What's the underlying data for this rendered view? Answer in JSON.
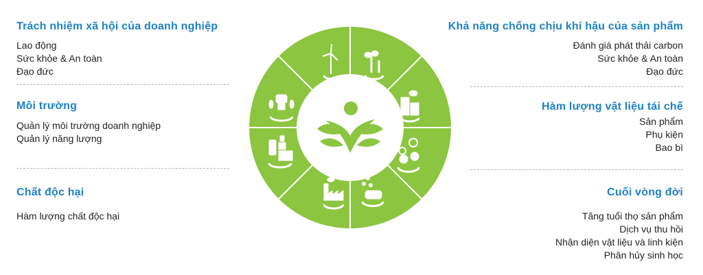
{
  "colors": {
    "heading": "#1f82c4",
    "body_text": "#222222",
    "wheel_green": "#8cc540",
    "divider": "#ffffff",
    "dash": "#b5b5b5"
  },
  "left": [
    {
      "title": "Trách nhiệm xã hội của doanh nghiệp",
      "items": [
        "Lao động",
        "Sức khỏe & An toàn",
        "Đạo đức"
      ]
    },
    {
      "title": "Môi trường",
      "items": [
        "Quản lý môi trường doanh nghiệp",
        "Quản lý năng lượng"
      ]
    },
    {
      "title": "Chất độc hại",
      "items": [
        "Hàm lượng chất độc hại"
      ]
    }
  ],
  "right": [
    {
      "title": "Khả năng chống chịu khí hậu của sản phẩm",
      "items": [
        "Đánh giá phát thải carbon",
        "Sức khỏe & An toàn",
        "Đạo đức"
      ]
    },
    {
      "title": "Hàm lượng vật liệu tái chế",
      "items": [
        "Sản phẩm",
        "Phụ kiện",
        "Bao bì"
      ]
    },
    {
      "title": "Cuối vòng đời",
      "items": [
        "Tăng tuổi thọ sản phẩm",
        "Dịch vụ thu hồi",
        "Nhận diện vật liệu và linh kiện",
        "Phân hủy sinh học"
      ]
    }
  ],
  "wheel": {
    "center_icon": "sprouting-person-leaves-icon",
    "segments": [
      {
        "icon": "wind-turbine-recycle-icon"
      },
      {
        "icon": "plant-fork-recycle-icon"
      },
      {
        "icon": "green-building-recycle-icon"
      },
      {
        "icon": "people-recycle-dialogue-icon"
      },
      {
        "icon": "car-emissions-recycle-icon"
      },
      {
        "icon": "factory-leaf-recycle-icon"
      },
      {
        "icon": "battery-packaging-recycle-icon"
      },
      {
        "icon": "cfl-bulb-leaf-recycle-icon"
      }
    ]
  }
}
